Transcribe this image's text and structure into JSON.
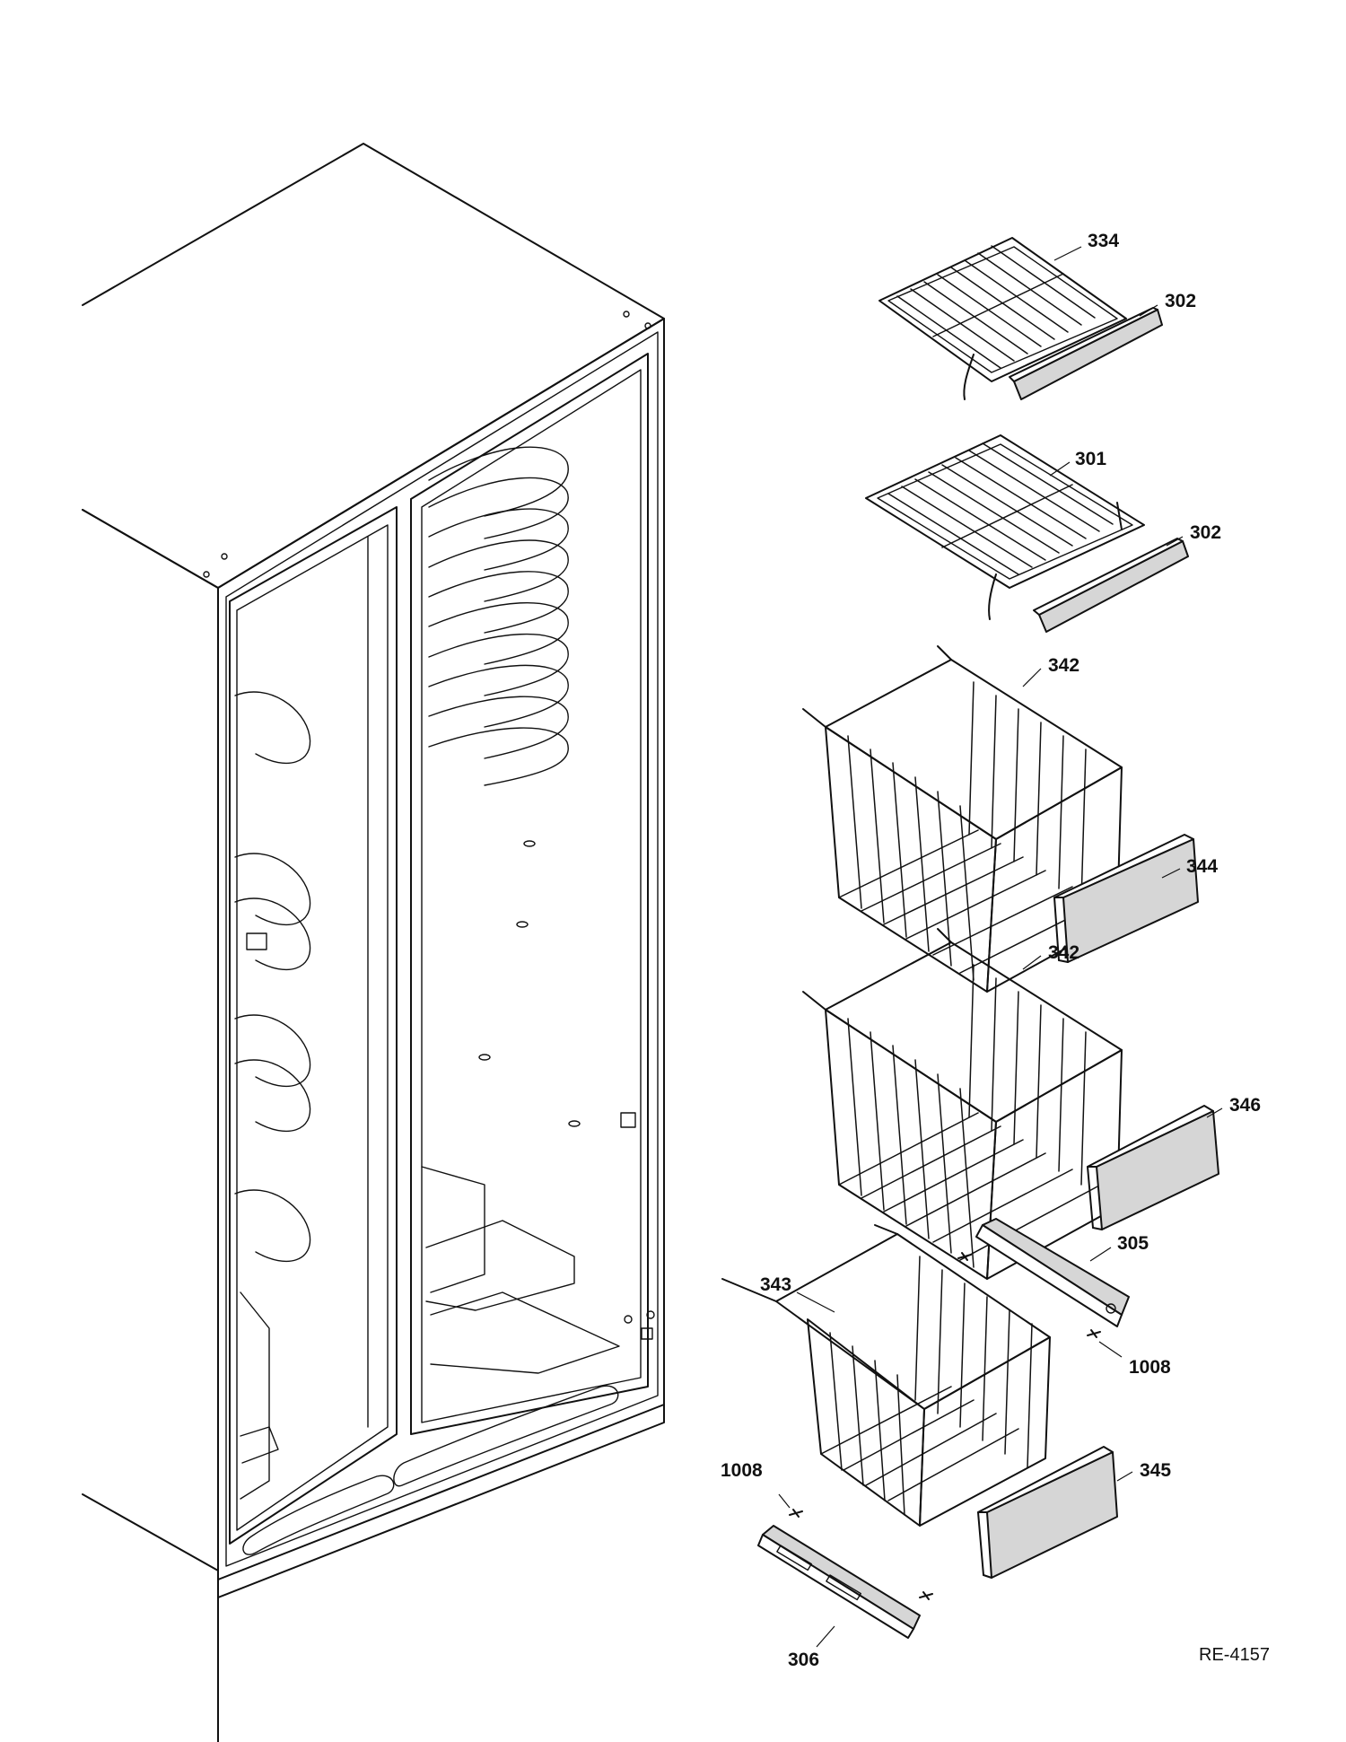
{
  "callouts": [
    {
      "id": "c334",
      "text": "334"
    },
    {
      "id": "c302a",
      "text": "302"
    },
    {
      "id": "c301",
      "text": "301"
    },
    {
      "id": "c302b",
      "text": "302"
    },
    {
      "id": "c342a",
      "text": "342"
    },
    {
      "id": "c344",
      "text": "344"
    },
    {
      "id": "c342b",
      "text": "342"
    },
    {
      "id": "c346",
      "text": "346"
    },
    {
      "id": "c305",
      "text": "305"
    },
    {
      "id": "c343",
      "text": "343"
    },
    {
      "id": "c1008a",
      "text": "1008"
    },
    {
      "id": "c1008b",
      "text": "1008"
    },
    {
      "id": "c345",
      "text": "345"
    },
    {
      "id": "c306",
      "text": "306"
    }
  ],
  "diagram_code": "RE-4157"
}
